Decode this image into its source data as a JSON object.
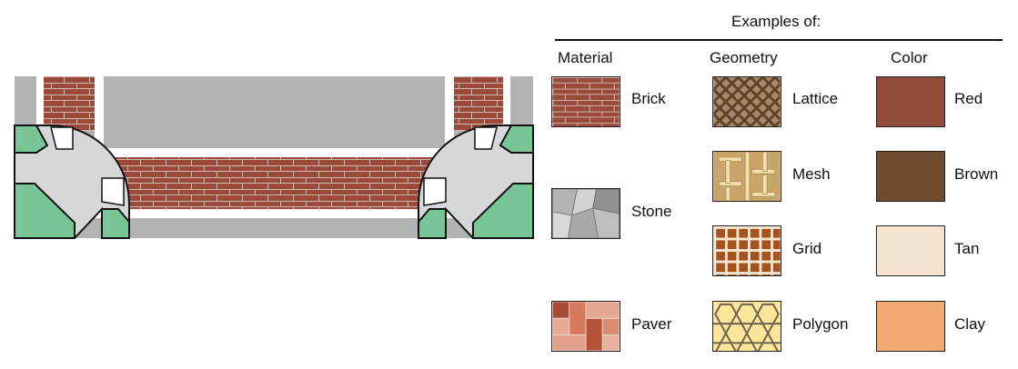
{
  "heading": "Examples of:",
  "columns": {
    "material": {
      "title": "Material",
      "items": [
        {
          "label": "Brick",
          "icon": "brick-pattern-icon"
        },
        {
          "label": "Stone",
          "icon": "stone-pattern-icon"
        },
        {
          "label": "Paver",
          "icon": "paver-pattern-icon"
        }
      ]
    },
    "geometry": {
      "title": "Geometry",
      "items": [
        {
          "label": "Lattice",
          "icon": "lattice-pattern-icon"
        },
        {
          "label": "Mesh",
          "icon": "mesh-pattern-icon"
        },
        {
          "label": "Grid",
          "icon": "grid-pattern-icon"
        },
        {
          "label": "Polygon",
          "icon": "polygon-pattern-icon"
        }
      ]
    },
    "color": {
      "title": "Color",
      "items": [
        {
          "label": "Red",
          "hex": "#924b3b"
        },
        {
          "label": "Brown",
          "hex": "#704d30"
        },
        {
          "label": "Tan",
          "hex": "#f4e5d3"
        },
        {
          "label": "Clay",
          "hex": "#f4ab72"
        }
      ]
    }
  },
  "colors": {
    "brick": "#9a4a3a",
    "mortar": "#d3b5ac",
    "pavement": "#b1b3b4",
    "sidewalk": "#d6d7d8",
    "grass": "#78c597",
    "curb": "#ffffff"
  }
}
